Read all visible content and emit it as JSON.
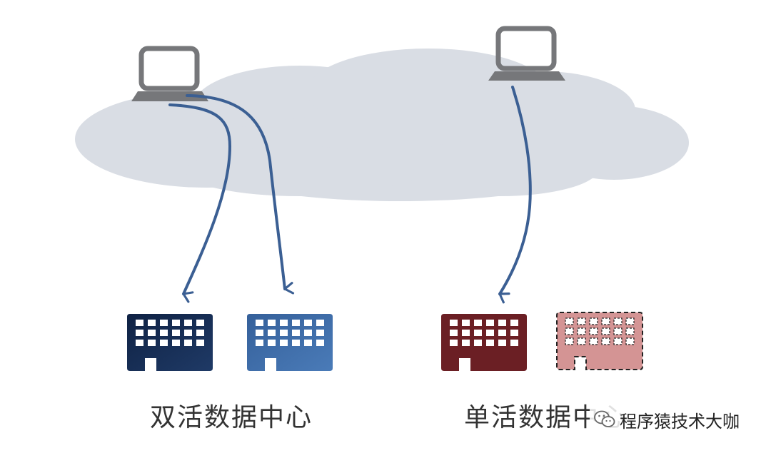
{
  "labels": {
    "dual": "双活数据中心",
    "single": "单活数据中心"
  },
  "watermark": {
    "text": "程序猿技术大咖",
    "icon": "wechat-icon"
  },
  "colors": {
    "cloud": "#d9dde4",
    "computer": "#76777a",
    "arrow": "#3b5f93",
    "dc_dual_a": "#142a4e",
    "dc_dual_b": "#3a67a1",
    "dc_single_active": "#6b1f24",
    "dc_single_standby": "#d49494"
  }
}
